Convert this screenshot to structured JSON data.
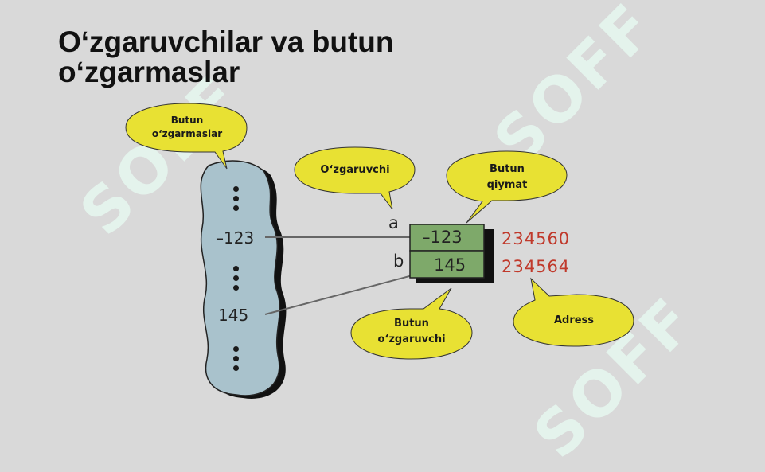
{
  "title": "O‘zgaruvchilar va butun o‘zgarmaslar",
  "watermark": "SOFF",
  "bubbles": {
    "constants": "Butun o‘zgarmaslar",
    "variable": "O‘zgaruvchi",
    "int_value": "Butun qiymat",
    "int_variable": "Butun o‘zgaruvchi",
    "address": "Adress"
  },
  "cloud": {
    "value1": "–123",
    "value2": "145"
  },
  "memory": {
    "var_a": "a",
    "var_b": "b",
    "cell_a": "–123",
    "cell_b": "145",
    "addr_a": "234560",
    "addr_b": "234564"
  },
  "colors": {
    "bubble": "#e8e133",
    "cloud": "#a9c2cc",
    "cell": "#7ea96a",
    "address": "#c0392b",
    "watermark": "#e4f3ec"
  }
}
